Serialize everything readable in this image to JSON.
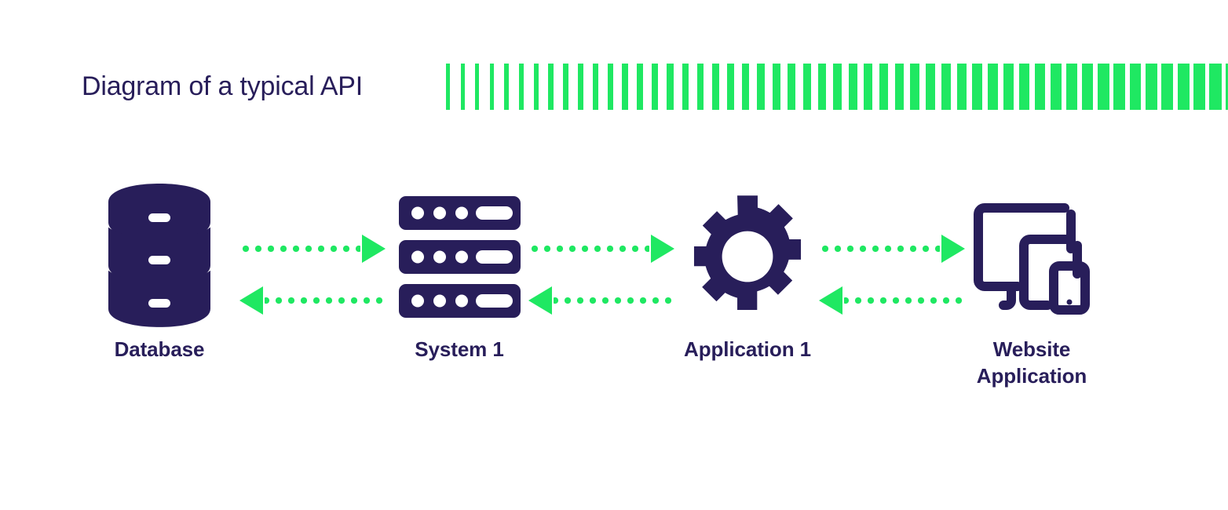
{
  "header": {
    "title": "Diagram of a typical API",
    "barcode": {
      "name": "green-barcode-stripes",
      "color": "#1fe862",
      "bar_count": 52,
      "min_bar_width": 5,
      "max_bar_width": 16
    }
  },
  "colors": {
    "navy": "#281e5a",
    "green": "#1fe862",
    "background": "#ffffff"
  },
  "diagram": {
    "type": "flow",
    "nodes": [
      {
        "id": "database",
        "label_line1": "Database",
        "label_line2": "",
        "icon": "database-icon"
      },
      {
        "id": "system1",
        "label_line1": "System 1",
        "label_line2": "",
        "icon": "server-rack-icon"
      },
      {
        "id": "application1",
        "label_line1": "Application 1",
        "label_line2": "",
        "icon": "gear-icon"
      },
      {
        "id": "website",
        "label_line1": "Website",
        "label_line2": "Application",
        "icon": "devices-icon"
      }
    ],
    "connectors": [
      {
        "from": "database",
        "to": "system1",
        "forward_arrow": "right",
        "backward_arrow": "left",
        "style": "dotted"
      },
      {
        "from": "system1",
        "to": "application1",
        "forward_arrow": "right",
        "backward_arrow": "left",
        "style": "dotted"
      },
      {
        "from": "application1",
        "to": "website",
        "forward_arrow": "right",
        "backward_arrow": "left",
        "style": "dotted"
      }
    ]
  }
}
